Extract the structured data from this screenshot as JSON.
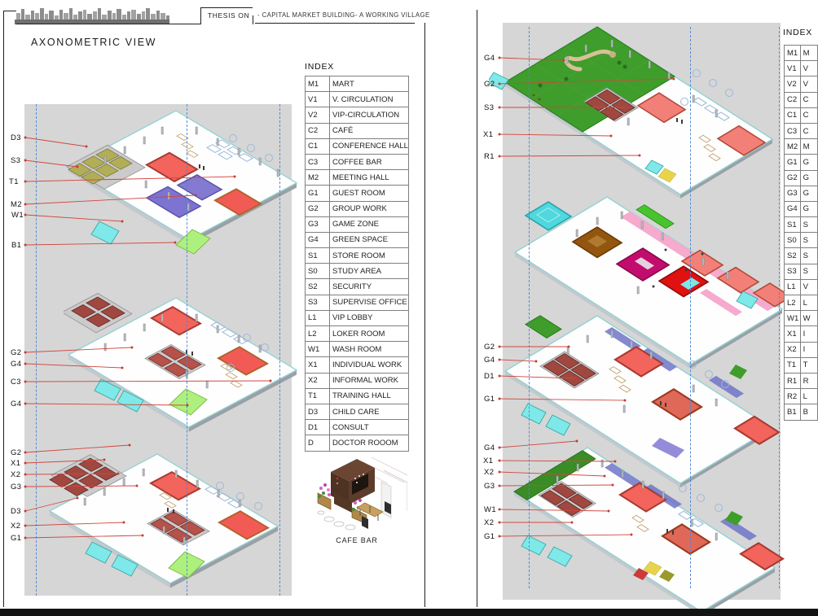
{
  "header": {
    "thesis_on": "THESIS ON",
    "project_title": "- CAPITAL MARKET BUILDING- A WORKING VILLAGE"
  },
  "left_panel": {
    "title": "AXONOMETRIC VIEW",
    "labels": [
      "D3",
      "S3",
      "T1",
      "M2",
      "W1",
      "B1",
      "G2",
      "G4",
      "C3",
      "G4",
      "G2",
      "X1",
      "X2",
      "G3",
      "D3",
      "X2",
      "G1"
    ]
  },
  "right_panel": {
    "labels": [
      "G4",
      "G2",
      "S3",
      "X1",
      "R1",
      "G2",
      "G4",
      "D1",
      "G1",
      "G4",
      "X1",
      "X2",
      "G3",
      "W1",
      "X2",
      "G1"
    ]
  },
  "index_left": {
    "title": "INDEX",
    "rows": [
      {
        "code": "M1",
        "label": "MART"
      },
      {
        "code": "V1",
        "label": "V. CIRCULATION"
      },
      {
        "code": "V2",
        "label": "VIP-CIRCULATION"
      },
      {
        "code": "C2",
        "label": "CAFÉ"
      },
      {
        "code": "C1",
        "label": "CONFERENCE HALL"
      },
      {
        "code": "C3",
        "label": "COFFEE BAR"
      },
      {
        "code": "M2",
        "label": "MEETING HALL"
      },
      {
        "code": "G1",
        "label": "GUEST ROOM"
      },
      {
        "code": "G2",
        "label": "GROUP WORK"
      },
      {
        "code": "G3",
        "label": "GAME ZONE"
      },
      {
        "code": "G4",
        "label": "GREEN SPACE"
      },
      {
        "code": "S1",
        "label": "STORE ROOM"
      },
      {
        "code": "S0",
        "label": "STUDY AREA"
      },
      {
        "code": "S2",
        "label": "SECURITY"
      },
      {
        "code": "S3",
        "label": "SUPERVISE OFFICE"
      },
      {
        "code": "L1",
        "label": "VIP LOBBY"
      },
      {
        "code": "L2",
        "label": "LOKER ROOM"
      },
      {
        "code": "W1",
        "label": "WASH ROOM"
      },
      {
        "code": "X1",
        "label": "INDIVIDUAL WORK"
      },
      {
        "code": "X2",
        "label": "INFORMAL WORK"
      },
      {
        "code": "T1",
        "label": "TRAINING HALL"
      },
      {
        "code": "D3",
        "label": "CHILD CARE"
      },
      {
        "code": "D1",
        "label": "CONSULT"
      },
      {
        "code": "D",
        "label": "DOCTOR ROOOM"
      }
    ]
  },
  "index_right": {
    "title": "INDEX",
    "rows": [
      {
        "code": "M1",
        "label": "M"
      },
      {
        "code": "V1",
        "label": "V"
      },
      {
        "code": "V2",
        "label": "V"
      },
      {
        "code": "C2",
        "label": "C"
      },
      {
        "code": "C1",
        "label": "C"
      },
      {
        "code": "C3",
        "label": "C"
      },
      {
        "code": "M2",
        "label": "M"
      },
      {
        "code": "G1",
        "label": "G"
      },
      {
        "code": "G2",
        "label": "G"
      },
      {
        "code": "G3",
        "label": "G"
      },
      {
        "code": "G4",
        "label": "G"
      },
      {
        "code": "S1",
        "label": "S"
      },
      {
        "code": "S0",
        "label": "S"
      },
      {
        "code": "S2",
        "label": "S"
      },
      {
        "code": "S3",
        "label": "S"
      },
      {
        "code": "L1",
        "label": "V"
      },
      {
        "code": "L2",
        "label": "L"
      },
      {
        "code": "W1",
        "label": "W"
      },
      {
        "code": "X1",
        "label": "I"
      },
      {
        "code": "X2",
        "label": "I"
      },
      {
        "code": "T1",
        "label": "T"
      },
      {
        "code": "R1",
        "label": "R"
      },
      {
        "code": "R2",
        "label": "L"
      },
      {
        "code": "B1",
        "label": "B"
      }
    ]
  },
  "cafe_bar": {
    "caption": "CAFE BAR"
  },
  "colors": {
    "backdrop_gray": "#d6d6d6",
    "guide_dash_blue": "#4a8ad4",
    "leader_red": "#d1473f",
    "hall_red": "#f2635c",
    "green_space": "#3f9d2b",
    "wash_cyan": "#7fe8e8"
  }
}
